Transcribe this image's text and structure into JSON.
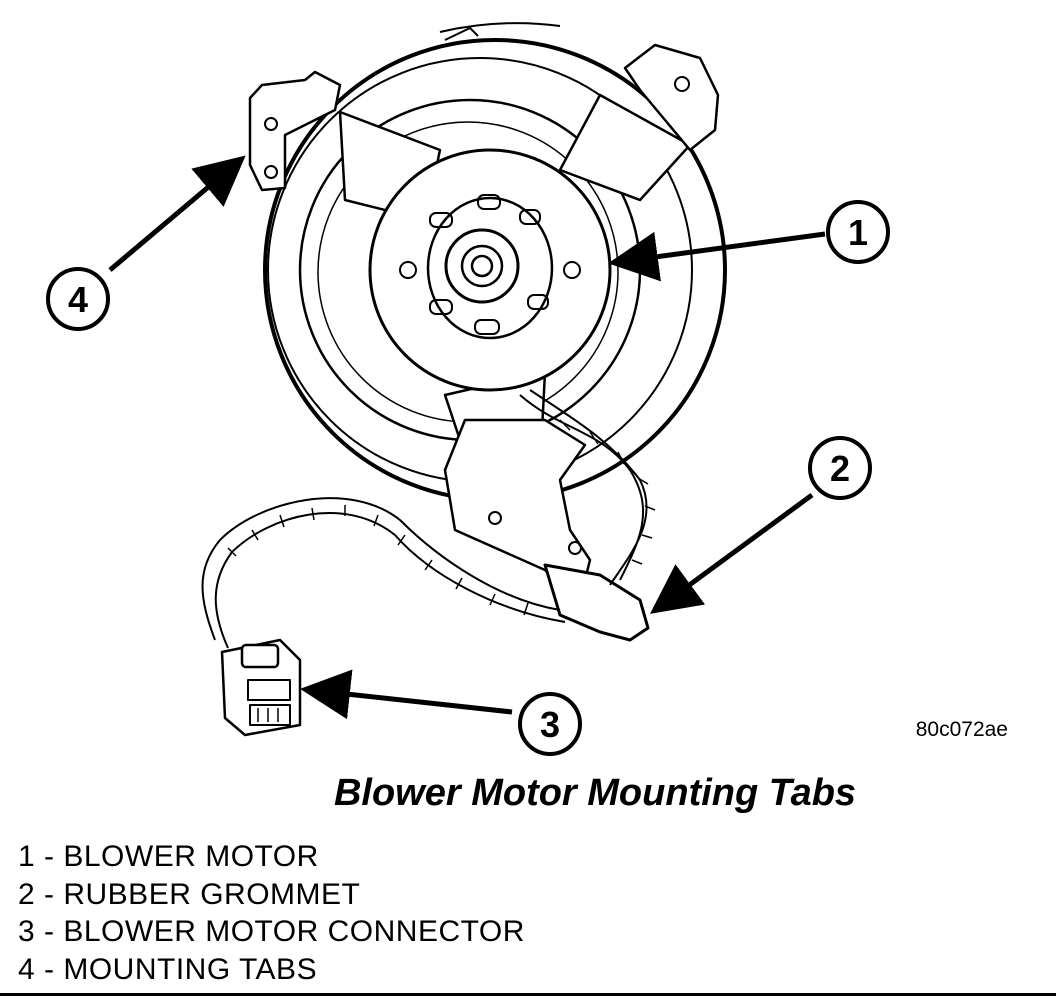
{
  "figure": {
    "id": "80c072ae",
    "caption": "Blower Motor Mounting Tabs"
  },
  "callouts": [
    {
      "number": "1",
      "part": "blower-motor"
    },
    {
      "number": "2",
      "part": "rubber-grommet"
    },
    {
      "number": "3",
      "part": "blower-motor-connector"
    },
    {
      "number": "4",
      "part": "mounting-tabs"
    }
  ],
  "legend": [
    {
      "text": "1 - BLOWER MOTOR"
    },
    {
      "text": "2 - RUBBER GROMMET"
    },
    {
      "text": "3 - BLOWER MOTOR CONNECTOR"
    },
    {
      "text": "4 - MOUNTING TABS"
    }
  ]
}
